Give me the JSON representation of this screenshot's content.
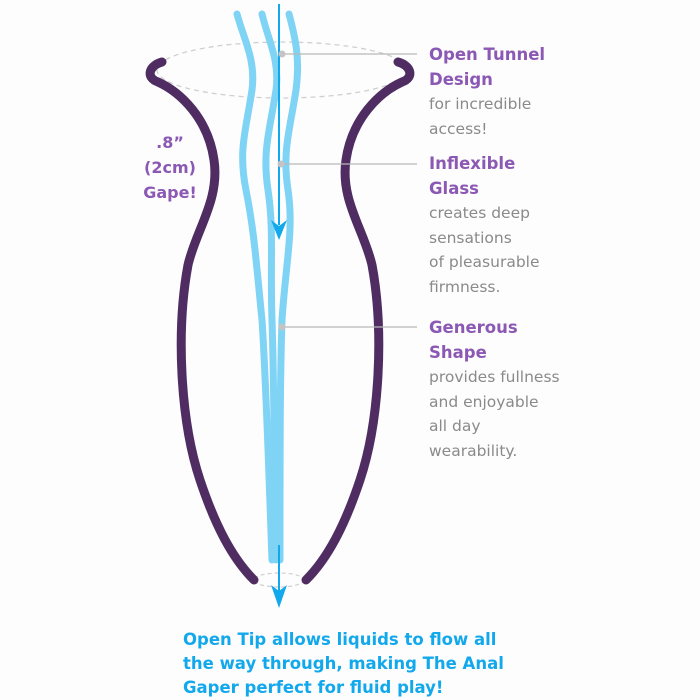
{
  "gape_label": {
    "line1": ".8”",
    "line2": "(2cm)",
    "line3": "Gape!"
  },
  "callouts": [
    {
      "heading": [
        "Open Tunnel",
        "Design"
      ],
      "description": [
        "for incredible",
        "access!"
      ]
    },
    {
      "heading": [
        "Inflexible",
        "Glass"
      ],
      "description": [
        "creates deep",
        "sensations",
        "of pleasurable",
        "firmness."
      ]
    },
    {
      "heading": [
        "Generous",
        "Shape"
      ],
      "description": [
        "provides fullness",
        "and enjoyable",
        "all day",
        "wearability."
      ]
    }
  ],
  "bottom_caption": [
    "Open Tip allows liquids to flow all",
    "the way through, making The Anal",
    "Gaper perfect for fluid play!"
  ],
  "colors": {
    "purple_outline": "#4f2d63",
    "purple_text": "#8b58b3",
    "flow_blue": "#7fd3f5",
    "arrow_blue": "#12a8ec",
    "gray_text": "#8a8a8a"
  }
}
